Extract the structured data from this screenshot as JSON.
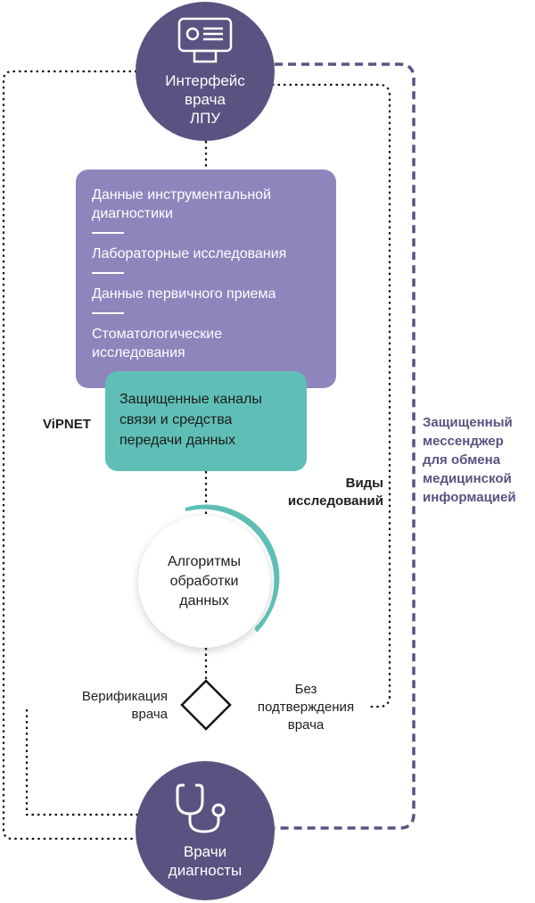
{
  "colors": {
    "dark_purple": "#5b5281",
    "light_purple": "#9084bd",
    "teal": "#5fbfb6",
    "ring_teal": "#5fbfb6",
    "line": "#111111",
    "dashed_purple": "#5b5281"
  },
  "nodes": {
    "top": {
      "icon": "monitor-icon",
      "label": "Интерфейс\nврача\nЛПУ"
    },
    "data_box": {
      "items": [
        "Данные инструментальной\nдиагностики",
        "Лабораторные исследования",
        "Данные первичного приема",
        "Стоматологические\nисследования"
      ]
    },
    "channel_box": {
      "label": "Защищенные каналы\nсвязи и средства\nпередачи данных"
    },
    "algorithms": {
      "label": "Алгоритмы\nобработки\nданных"
    },
    "bottom": {
      "icon": "stethoscope-icon",
      "label": "Врачи\nдиагносты"
    }
  },
  "labels": {
    "vipnet": "ViPNET",
    "study_types": "Виды\nисследований",
    "verification": "Верификация\nврача",
    "no_confirmation": "Без\nподтверждения\nврача",
    "messenger": "Защищенный\nмессенджер\nдля обмена\nмедицинской\nинформацией"
  }
}
